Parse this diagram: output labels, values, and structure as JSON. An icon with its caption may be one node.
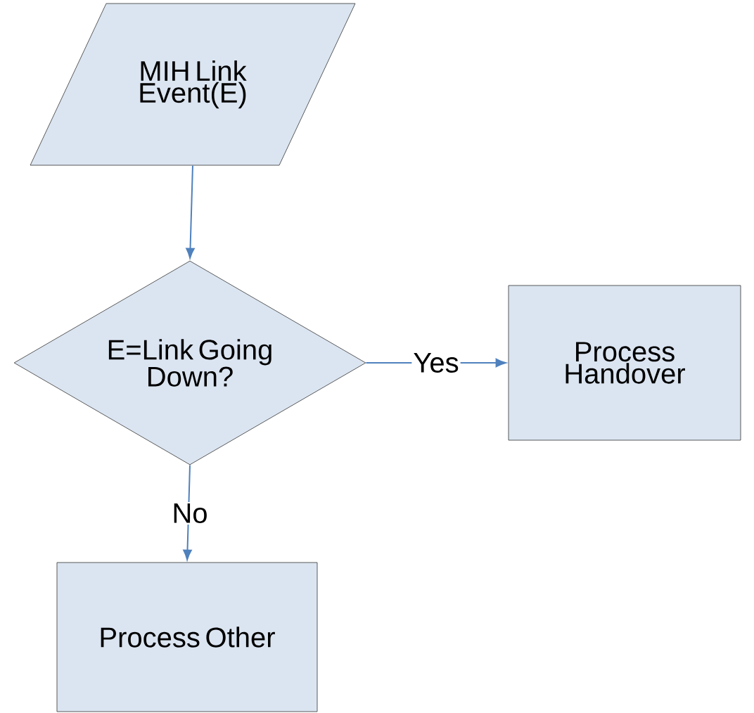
{
  "diagram": {
    "nodes": [
      {
        "text": [
          "MIH Link Event(E)"
        ]
      },
      {
        "text": [
          "E=Link Going Down?"
        ]
      },
      {
        "text": [
          "Process Handover"
        ]
      },
      {
        "text": [
          "Process Other"
        ]
      }
    ],
    "edges": [
      {
        "from": 0,
        "to": 1,
        "arrow": "to"
      },
      {
        "from": 1,
        "to": 2,
        "arrow": "to",
        "label": "Yes"
      },
      {
        "from": 1,
        "to": 3,
        "arrow": "to",
        "label": "No"
      }
    ]
  }
}
